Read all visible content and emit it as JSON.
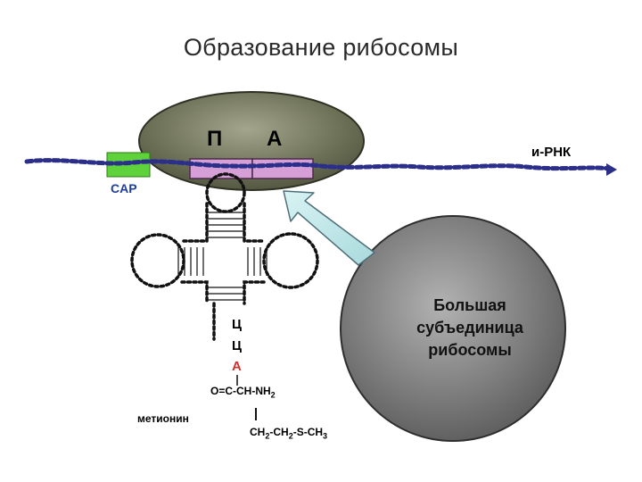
{
  "title": "Образование  рибосомы",
  "sites": {
    "p": "П",
    "a": "А"
  },
  "mrna_label": "и-РНК",
  "cap_label": "CAP",
  "anticodon_bases": [
    "Ц",
    "Ц",
    "А"
  ],
  "large_subunit": {
    "line1": "Большая",
    "line2": "субъединица",
    "line3": "рибосомы"
  },
  "amino_acid_label": "метионин",
  "formula": {
    "top_a": "O=C-CH-NH",
    "top_sub": "2",
    "bottom_a": "CH",
    "bottom_sub1": "2",
    "bottom_b": "-CH",
    "bottom_sub2": "2",
    "bottom_c": "-S-CH",
    "bottom_sub3": "3"
  },
  "colors": {
    "small_subunit": "#6b6f55",
    "large_subunit": "#7a7a7a",
    "mrna": "#2b2f8a",
    "cap": "#5fd13a",
    "codon_box": "#d6a0d6",
    "arrow": "#bfe6e8",
    "trna": "#111111",
    "base_a": "#d23030"
  }
}
